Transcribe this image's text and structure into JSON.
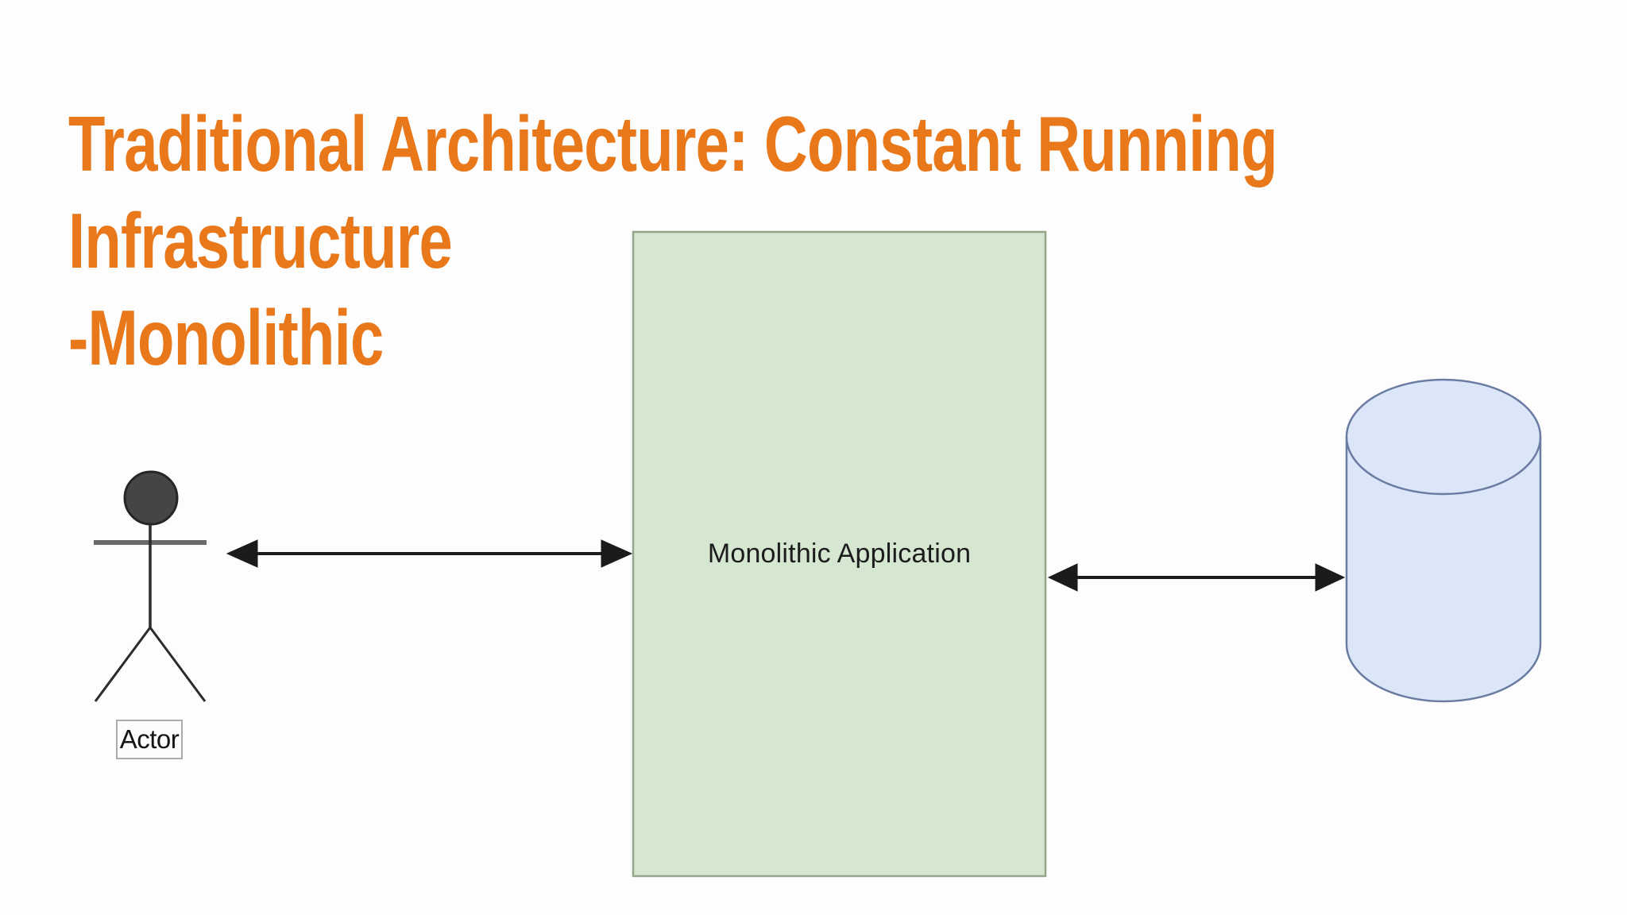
{
  "page": {
    "background": "#FDFDFD"
  },
  "title": {
    "lines": [
      "Traditional Architecture: Constant Running",
      "Infrastructure",
      "-Monolithic"
    ],
    "color": "#E8781A"
  },
  "diagram": {
    "actor": {
      "label": "Actor",
      "head_fill": "#454545",
      "head_stroke": "#262626",
      "arm_color": "#6A6A6A",
      "limb_color": "#2B2B2B"
    },
    "application": {
      "label": "Monolithic Application",
      "fill": "#D6E7D1",
      "border": "#94A68A",
      "text_color": "#1C1C1C"
    },
    "database": {
      "fill": "#DBE7F9",
      "border": "#6B7CA3"
    },
    "arrow_color": "#1B1B1B"
  }
}
